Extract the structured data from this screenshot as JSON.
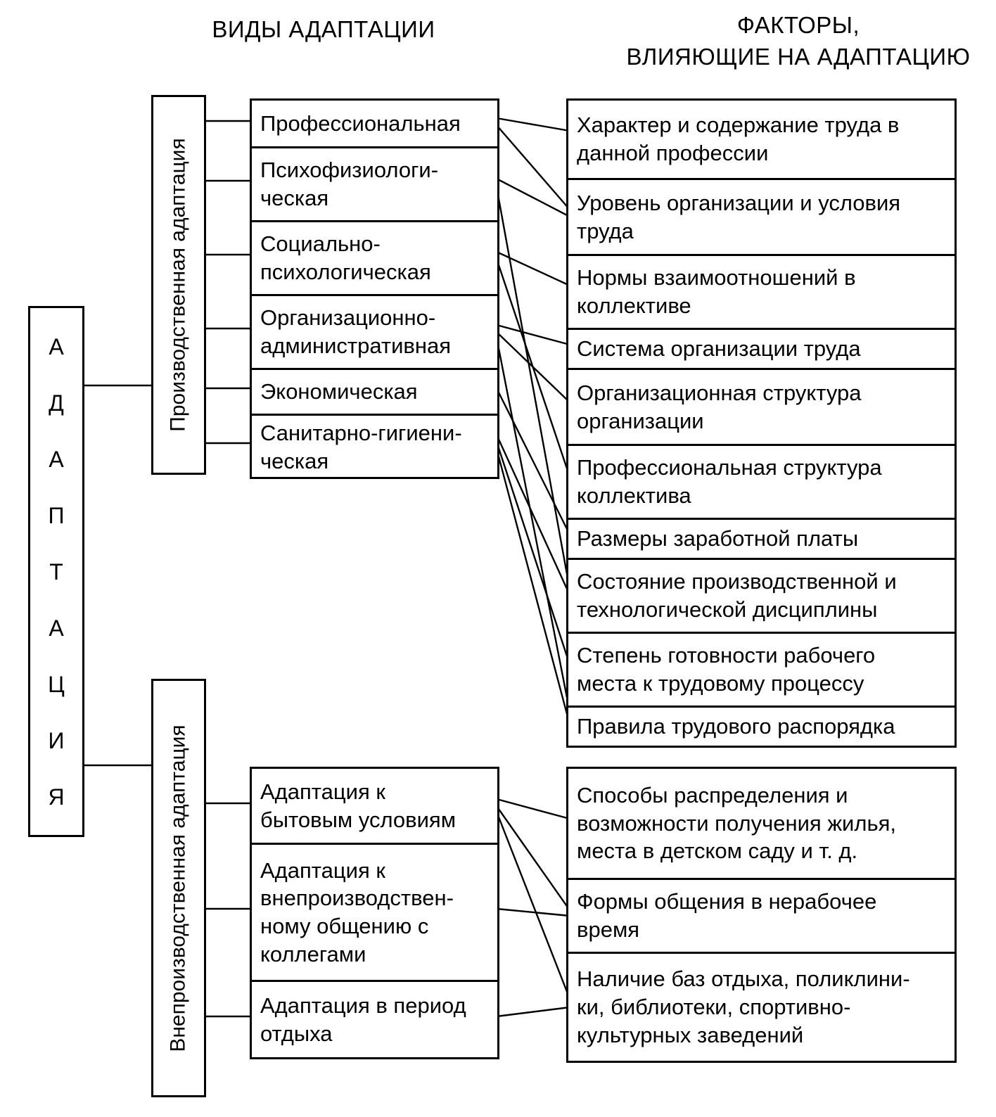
{
  "headers": {
    "types": "ВИДЫ АДАПТАЦИИ",
    "factors": "ФАКТОРЫ,\nВЛИЯЮЩИЕ НА АДАПТАЦИЮ"
  },
  "root": {
    "label": "АДАПТАЦИЯ"
  },
  "groups": {
    "production": {
      "label": "Производственная адаптация",
      "types": [
        "Профессиональная",
        "Психофизиологи-\nческая",
        "Социально-\nпсихологическая",
        "Организационно-\nадминистративная",
        "Экономическая",
        "Санитарно-гигиени-\nческая"
      ],
      "factors": [
        "Характер и содержание труда в\nданной профессии",
        "Уровень организации и условия\nтруда",
        "Нормы взаимоотношений в\nколлективе",
        "Система организации труда",
        "Организационная структура\nорганизации",
        "Профессиональная структура\nколлектива",
        "Размеры заработной платы",
        "Состояние производственной и\nтехнологической дисциплины",
        "Степень готовности рабочего\nместа к трудовому процессу",
        "Правила трудового распорядка"
      ]
    },
    "non_production": {
      "label": "Внепроизводственная адаптация",
      "types": [
        "Адаптация к\nбытовым условиям",
        "Адаптация к\nвнепроизводствен-\nному общению с\nколлегами",
        "Адаптация в период\nотдыха"
      ],
      "factors": [
        "Способы распределения и\nвозможности получения жилья,\nместа в детском саду и т. д.",
        "Формы общения в нерабочее\nвремя",
        "Наличие баз отдыха, поликлини-\nки, библиотеки, спортивно-\nкультурных заведений"
      ]
    }
  },
  "connections": {
    "production": [
      {
        "type": 0,
        "factor": 0
      },
      {
        "type": 0,
        "factor": 1
      },
      {
        "type": 1,
        "factor": 1
      },
      {
        "type": 1,
        "factor": 7
      },
      {
        "type": 2,
        "factor": 2
      },
      {
        "type": 2,
        "factor": 5
      },
      {
        "type": 3,
        "factor": 3
      },
      {
        "type": 3,
        "factor": 4
      },
      {
        "type": 3,
        "factor": 9
      },
      {
        "type": 4,
        "factor": 6
      },
      {
        "type": 5,
        "factor": 7
      },
      {
        "type": 5,
        "factor": 8
      },
      {
        "type": 5,
        "factor": 9
      }
    ],
    "non_production": [
      {
        "type": 0,
        "factor": 0
      },
      {
        "type": 0,
        "factor": 1
      },
      {
        "type": 0,
        "factor": 2
      },
      {
        "type": 1,
        "factor": 1
      },
      {
        "type": 2,
        "factor": 2
      }
    ]
  },
  "colors": {
    "line": "#000000",
    "background": "#ffffff",
    "text": "#000000"
  }
}
